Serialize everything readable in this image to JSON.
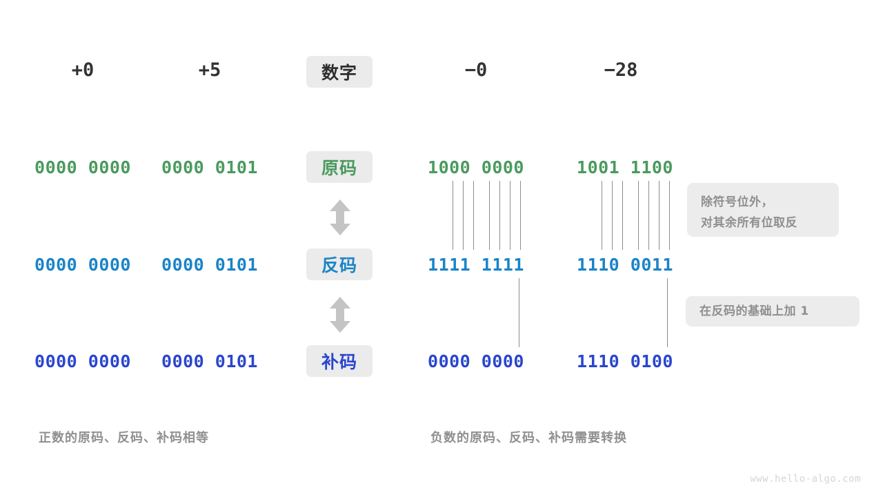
{
  "diagram": {
    "watermark": "www.hello-algo.com",
    "row_labels": {
      "number": "数字",
      "sign_magnitude": "原码",
      "ones_complement": "反码",
      "twos_complement": "补码"
    },
    "columns": [
      {
        "key": "plus_zero",
        "header": "+0"
      },
      {
        "key": "plus_five",
        "header": "+5"
      },
      {
        "key": "minus_zero",
        "header": "−0"
      },
      {
        "key": "minus_28",
        "header": "−28"
      }
    ],
    "rows": [
      {
        "label": "原码",
        "color": "#4a9a5e",
        "values": [
          "0000 0000",
          "0000 0101",
          "1000 0000",
          "1001 1100"
        ]
      },
      {
        "label": "反码",
        "color": "#1a84c7",
        "values": [
          "0000 0000",
          "0000 0101",
          "1111 1111",
          "1110 0011"
        ]
      },
      {
        "label": "补码",
        "color": "#2a45cf",
        "values": [
          "0000 0000",
          "0000 0101",
          "0000 0000",
          "1110 0100"
        ]
      }
    ],
    "notes": [
      {
        "key": "invert-note",
        "text": "除符号位外，\n对其余所有位取反"
      },
      {
        "key": "add-one-note",
        "text": "在反码的基础上加 1"
      }
    ],
    "captions": {
      "left": "正数的原码、反码、补码相等",
      "right": "负数的原码、反码、补码需要转换"
    },
    "arrows": {
      "upper": "double-headed-vertical-arrow",
      "lower": "double-headed-vertical-arrow"
    }
  }
}
